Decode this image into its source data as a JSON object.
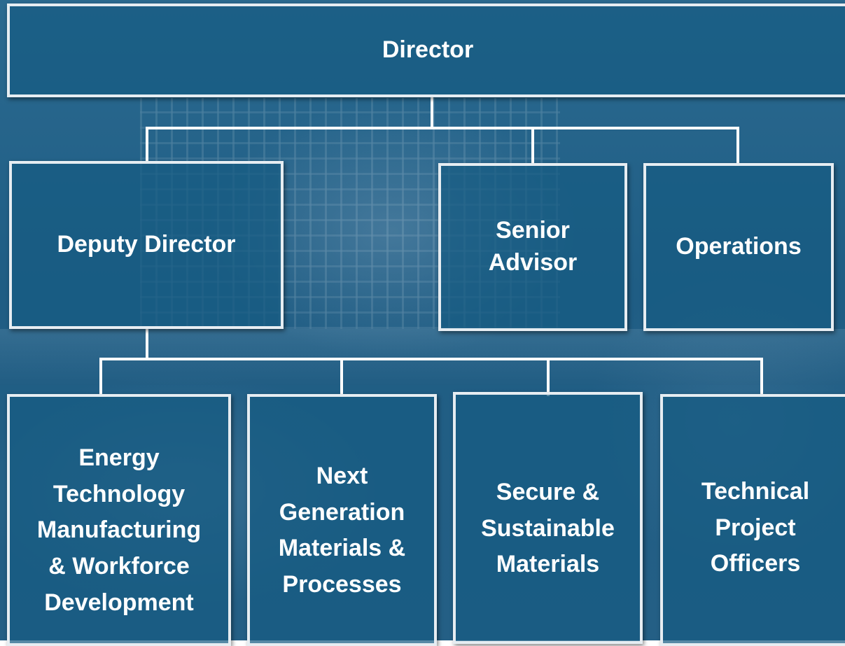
{
  "org_chart": {
    "director": "Director",
    "deputy_director": "Deputy Director",
    "senior_advisor": [
      "Senior",
      "Advisor"
    ],
    "operations": "Operations",
    "divisions": [
      [
        "Energy",
        "Technology",
        "Manufacturing",
        "& Workforce",
        "Development"
      ],
      [
        "Next",
        "Generation",
        "Materials &",
        "Processes"
      ],
      [
        "Secure &",
        "Sustainable",
        "Materials"
      ],
      [
        "Technical",
        "Project",
        "Officers"
      ]
    ]
  },
  "colors": {
    "box_fill": "#165c82",
    "box_border": "#e6edf2",
    "connector": "#ffffff",
    "text": "#ffffff"
  }
}
